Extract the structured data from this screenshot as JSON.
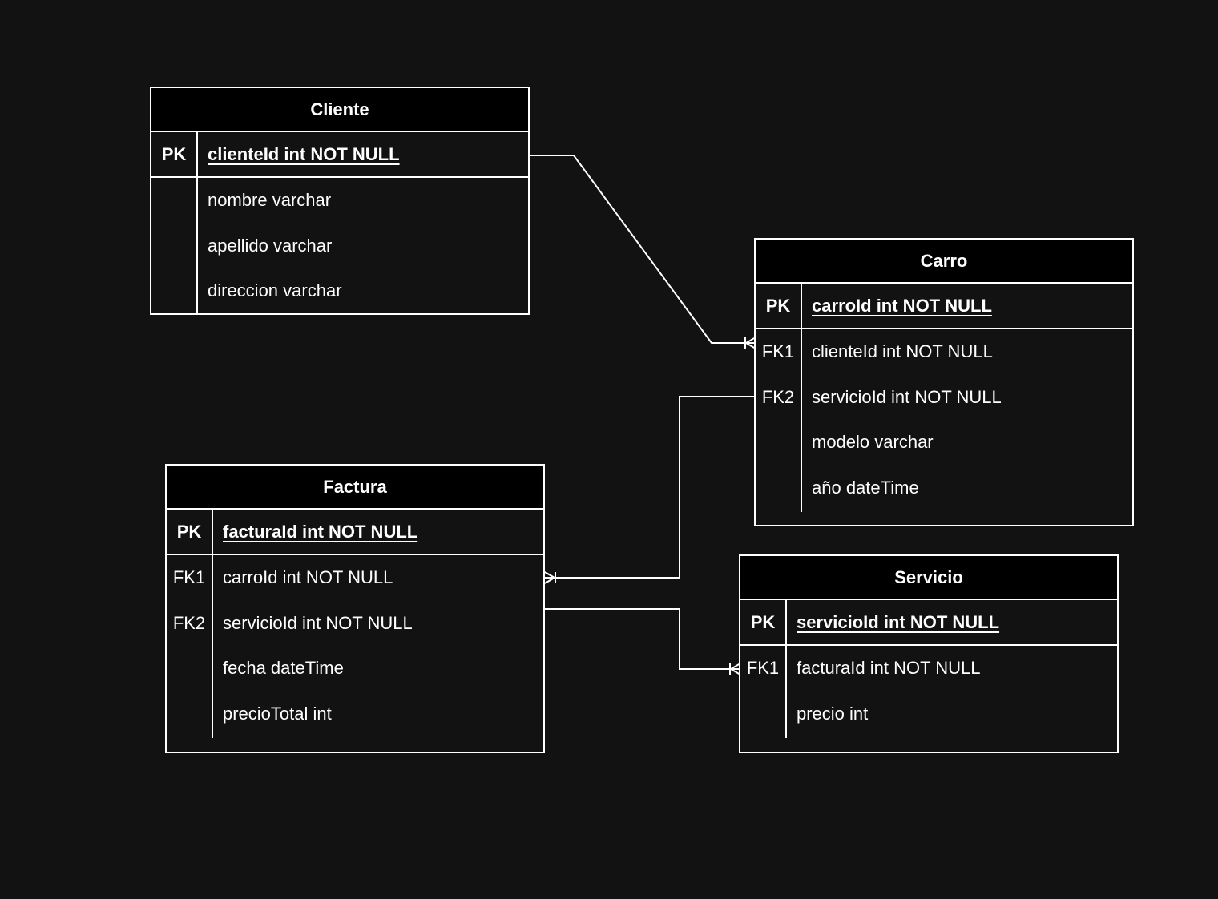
{
  "entities": {
    "cliente": {
      "title": "Cliente",
      "pk": {
        "key": "PK",
        "field": "clienteId int NOT NULL"
      },
      "rows": [
        {
          "key": "",
          "field": "nombre varchar"
        },
        {
          "key": "",
          "field": "apellido varchar"
        },
        {
          "key": "",
          "field": "direccion varchar"
        }
      ]
    },
    "carro": {
      "title": "Carro",
      "pk": {
        "key": "PK",
        "field": "carroId int NOT NULL"
      },
      "rows": [
        {
          "key": "FK1",
          "field": "clienteId int NOT NULL"
        },
        {
          "key": "FK2",
          "field": "servicioId int NOT NULL"
        },
        {
          "key": "",
          "field": "modelo varchar"
        },
        {
          "key": "",
          "field": "año dateTime"
        }
      ]
    },
    "factura": {
      "title": "Factura",
      "pk": {
        "key": "PK",
        "field": "facturaId int NOT NULL"
      },
      "rows": [
        {
          "key": "FK1",
          "field": "carroId int NOT NULL"
        },
        {
          "key": "FK2",
          "field": "servicioId int NOT NULL"
        },
        {
          "key": "",
          "field": "fecha dateTime"
        },
        {
          "key": "",
          "field": "precioTotal int"
        }
      ]
    },
    "servicio": {
      "title": "Servicio",
      "pk": {
        "key": "PK",
        "field": "servicioId int NOT NULL"
      },
      "rows": [
        {
          "key": "FK1",
          "field": "facturaId int NOT NULL"
        },
        {
          "key": "",
          "field": "precio int"
        }
      ]
    }
  },
  "colors": {
    "background": "#121212",
    "header": "#000000",
    "line": "#ffffff",
    "text": "#ffffff"
  }
}
